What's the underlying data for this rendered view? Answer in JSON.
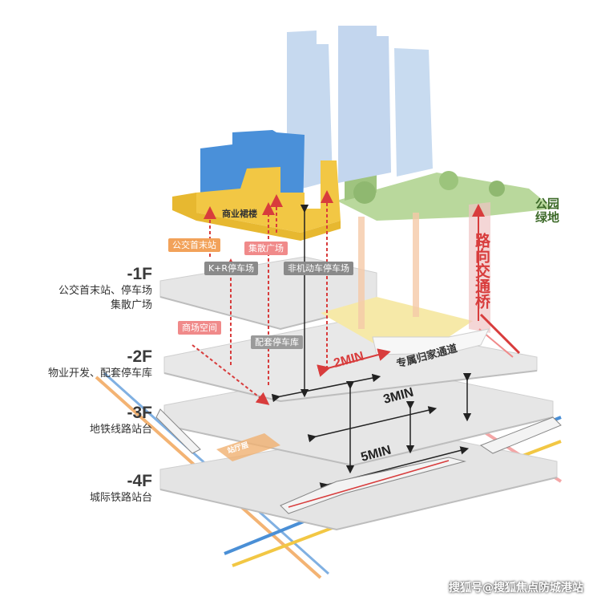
{
  "floors": [
    {
      "level": "-1F",
      "desc_lines": [
        "公交首末站、停车场",
        "集散广场"
      ]
    },
    {
      "level": "-2F",
      "desc_lines": [
        "物业开发、配套停车库"
      ]
    },
    {
      "level": "-3F",
      "desc_lines": [
        "地铁线路站台"
      ]
    },
    {
      "level": "-4F",
      "desc_lines": [
        "城际铁路站台"
      ]
    }
  ],
  "tags": {
    "bus_terminal": "公交首末站",
    "kr_parking": "K+R停车场",
    "plaza": "集散广场",
    "non_motor_parking": "非机动车停车场",
    "mall_space": "商场空间",
    "support_parking": "配套停车库",
    "commercial_podium": "商业裙楼",
    "station_hall": "站厅层"
  },
  "annotations": {
    "road_bridge": "路向交通桥",
    "park_line1": "公园",
    "park_line2": "绿地",
    "dedicated_channel": "专属归家通道",
    "time_2min": "2MIN",
    "time_3min": "3MIN",
    "time_5min": "5MIN"
  },
  "watermark": "搜狐号@搜狐焦点防城港站",
  "colors": {
    "blue_building": "#4a90d9",
    "yellow_building": "#f2c744",
    "tower": "#c6d9ef",
    "slab": "#e2e2e2",
    "red_arrow": "#d83c3c",
    "park_green": "#a8d08d",
    "rail_blue": "#4a8fd6",
    "rail_yellow": "#f2c744",
    "rail_orange": "#f0a050"
  }
}
